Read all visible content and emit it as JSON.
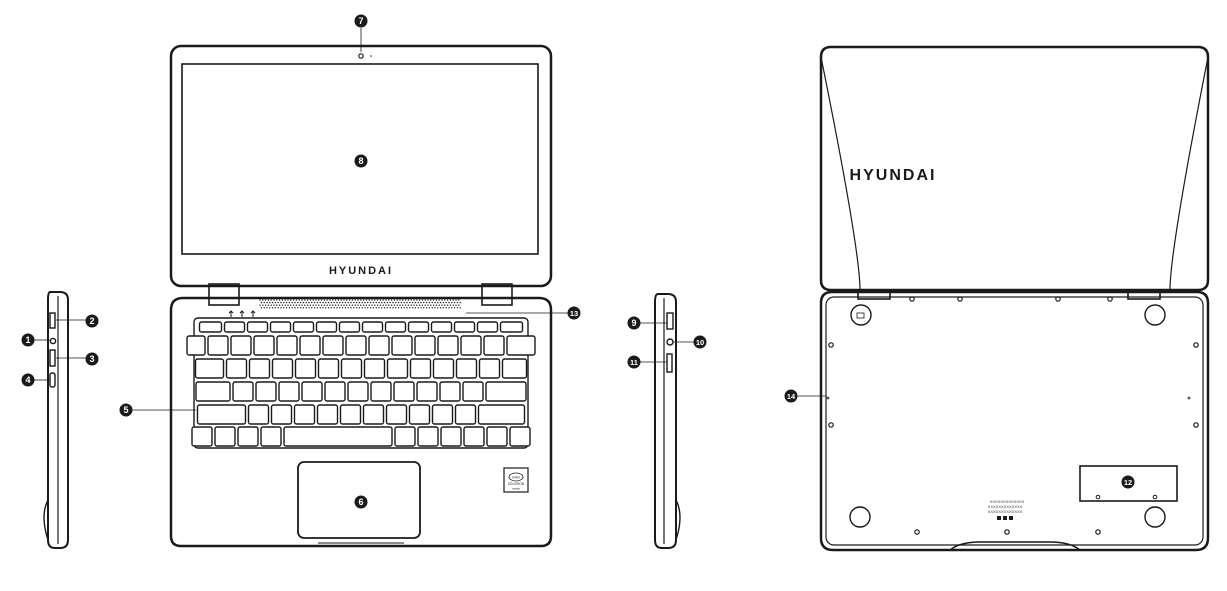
{
  "brand": {
    "front_bezel": "HYUNDAI",
    "lid": "HYUNDAI"
  },
  "badge": {
    "lines": [
      "intel",
      "CELERON",
      "inside"
    ]
  },
  "labels_bottom": {
    "line1": "XXXXXXXXXXXXX",
    "line2": "XXXXXXXXXXXXX",
    "line3": "XXXXXXXXXXXXX"
  },
  "callouts": {
    "c1": "1",
    "c2": "2",
    "c3": "3",
    "c4": "4",
    "c5": "5",
    "c6": "6",
    "c7": "7",
    "c8": "8",
    "c9": "9",
    "c10": "10",
    "c11": "11",
    "c12": "12",
    "c13": "13",
    "c14": "14"
  },
  "colors": {
    "outline": "#1a1a1a",
    "background": "#ffffff"
  }
}
